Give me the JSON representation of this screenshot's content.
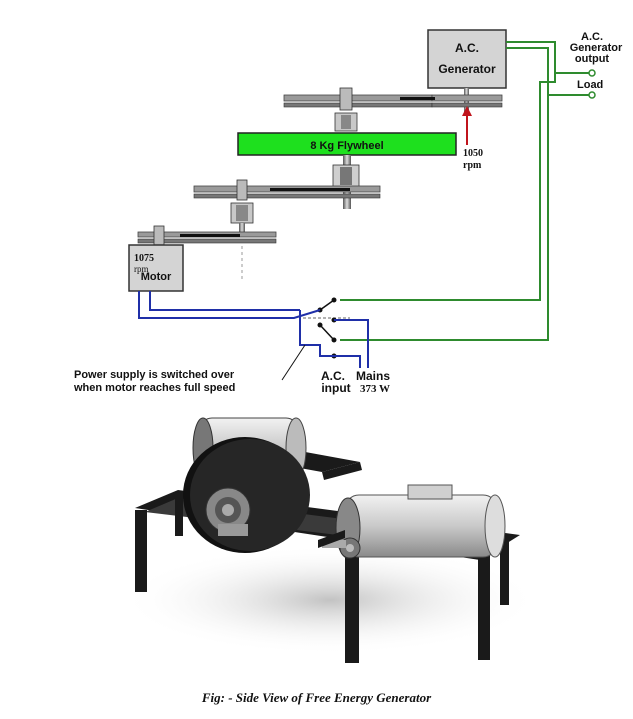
{
  "diagram": {
    "generator": {
      "line1": "A.C.",
      "line2": "Generator"
    },
    "output_label": {
      "line1": "A.C.",
      "line2": "Generator",
      "line3": "output"
    },
    "load_label": "Load",
    "flywheel_label": "8 Kg Flywheel",
    "generator_rpm": {
      "value": "1050",
      "unit": "rpm"
    },
    "motor": {
      "rpm_value": "1075",
      "rpm_unit": "rpm",
      "label": "Motor"
    },
    "switch_note": {
      "line1": "Power supply is switched over",
      "line2": "when motor reaches full speed"
    },
    "ac_input": {
      "line1": "A.C.",
      "line2": "input"
    },
    "mains": {
      "line1": "Mains",
      "line2": "373 W"
    },
    "colors": {
      "wire_green": "#2e8b2e",
      "wire_blue": "#1f2fa8",
      "flywheel_fill": "#1ee01e",
      "rpm_arrow": "#c0141c",
      "box_fill": "#d4d4d4"
    }
  },
  "caption": "Fig: - Side View of Free Energy Generator"
}
